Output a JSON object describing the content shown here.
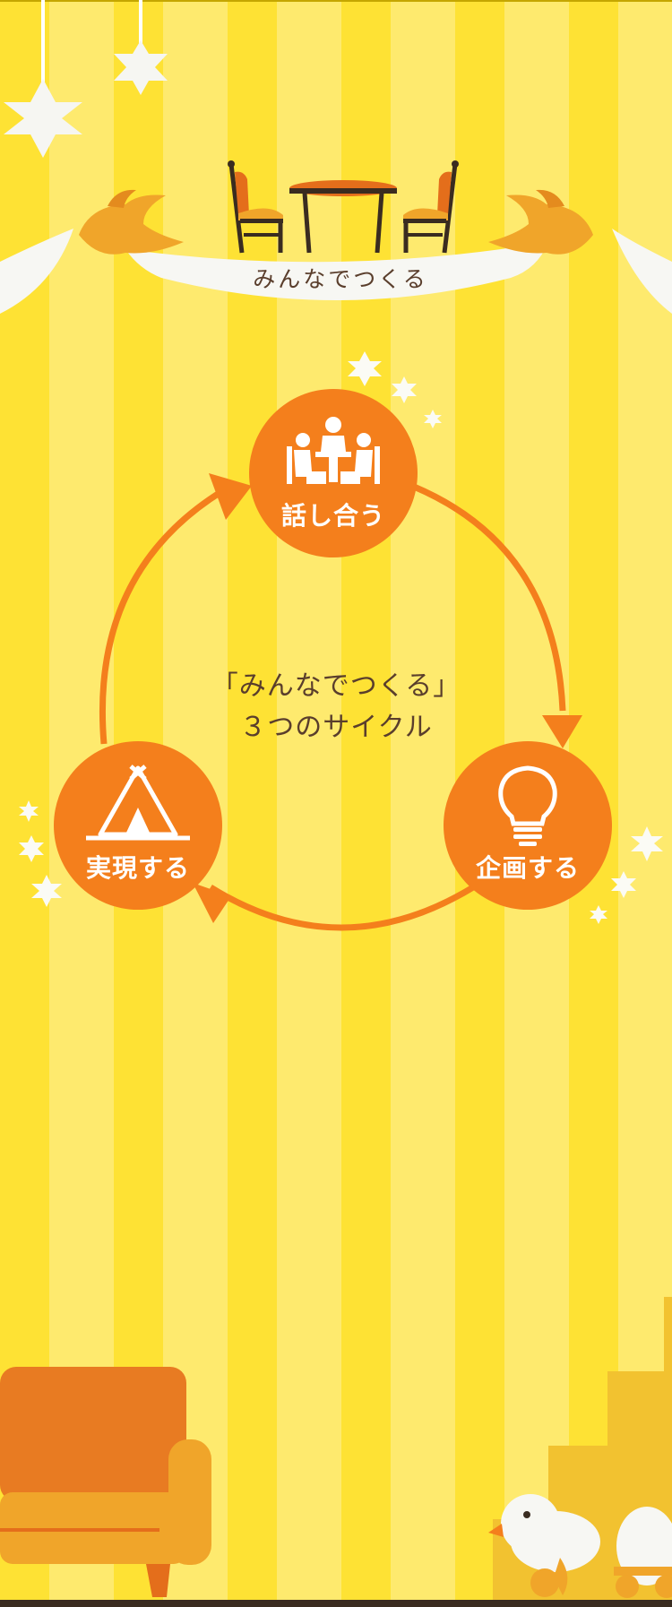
{
  "banner": {
    "text": "みんなでつくる"
  },
  "cycle": {
    "title_line1": "「みんなでつくる」",
    "title_line2": "３つのサイクル",
    "steps": [
      {
        "label": "話し合う",
        "icon": "meeting-people-icon"
      },
      {
        "label": "企画する",
        "icon": "lightbulb-icon"
      },
      {
        "label": "実現する",
        "icon": "tent-icon"
      }
    ]
  },
  "colors": {
    "background_stripe_dark": "#fee234",
    "background_stripe_light": "#feea6e",
    "accent_orange": "#f47f1c",
    "text_brown": "#5a3e2c"
  }
}
